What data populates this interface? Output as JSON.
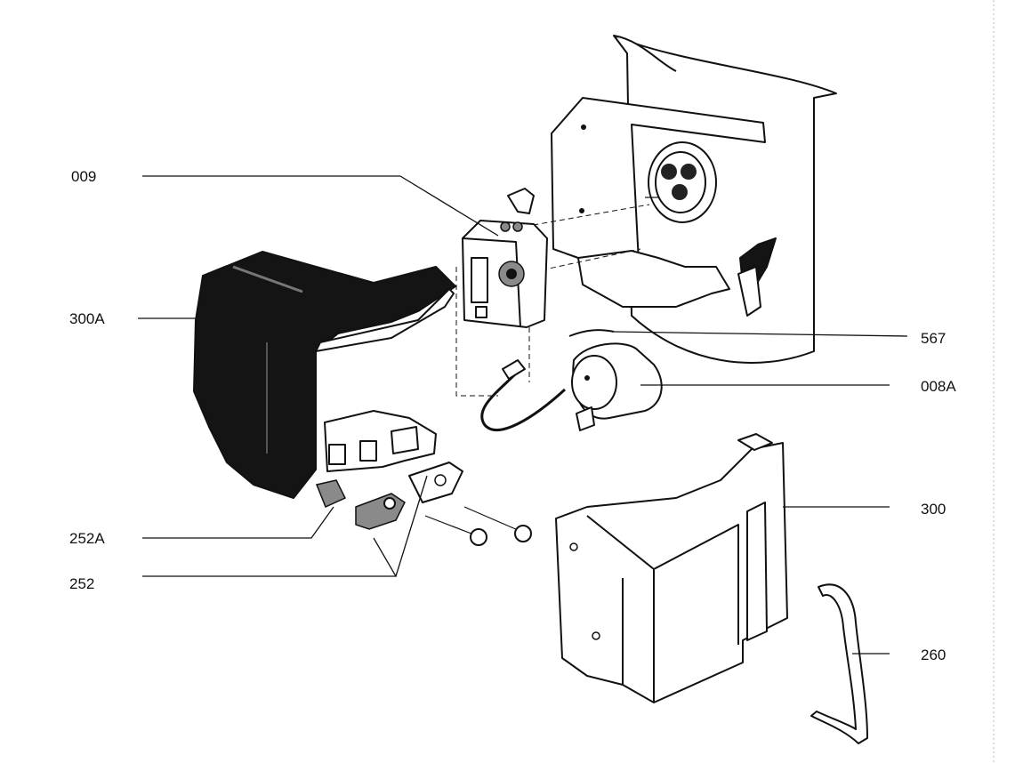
{
  "diagram": {
    "labels": {
      "l009": "009",
      "l300a": "300A",
      "l252a": "252A",
      "l252": "252",
      "l567": "567",
      "l008a": "008A",
      "l300": "300",
      "l260": "260"
    }
  }
}
